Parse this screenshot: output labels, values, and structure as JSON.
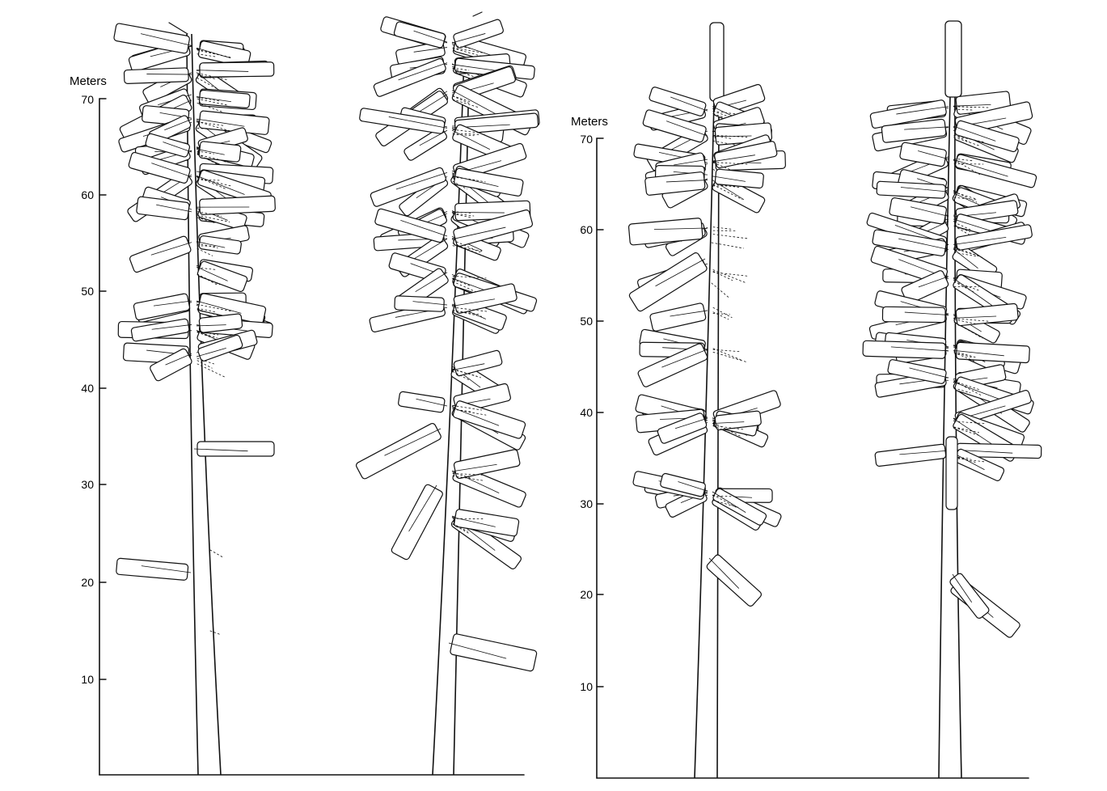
{
  "figure": {
    "panels": [
      {
        "axis_title": "Meters",
        "ticks": [
          "70",
          "60",
          "50",
          "40",
          "30",
          "20",
          "10"
        ]
      },
      {
        "axis_title": "Meters",
        "ticks": [
          "70",
          "60",
          "50",
          "40",
          "30",
          "20",
          "10"
        ]
      }
    ]
  },
  "colors": {
    "ink": "#111111",
    "background": "#ffffff"
  }
}
